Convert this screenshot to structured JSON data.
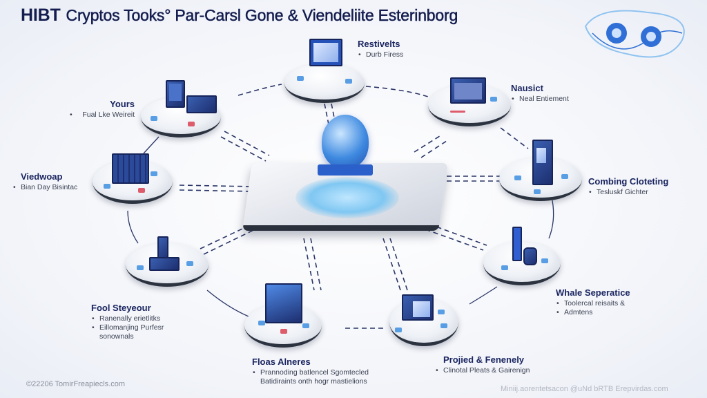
{
  "title": {
    "brand": "HIBT",
    "rest": "Cryptos Tooks° Par-Carsl Gone & Viendeliite Esterinborg"
  },
  "nodes": [
    {
      "id": "restivelts",
      "heading": "Restivelts",
      "items": [
        "Durb Firess"
      ]
    },
    {
      "id": "nausict",
      "heading": "Nausict",
      "items": [
        "Neal Entiement"
      ]
    },
    {
      "id": "yours",
      "heading": "Yours",
      "items": [
        "Fual Lke Weireit"
      ]
    },
    {
      "id": "viedwoap",
      "heading": "Viedwoap",
      "items": [
        "Bian Day Bisintac"
      ]
    },
    {
      "id": "combing",
      "heading": "Combing Cloteting",
      "items": [
        "Tesluskf Gichter"
      ]
    },
    {
      "id": "fool",
      "heading": "Fool Steyeour",
      "items": [
        "Ranenally erietlitks",
        "Eillomanjing Purfesr sonownals"
      ]
    },
    {
      "id": "whale",
      "heading": "Whale Seperatice",
      "items": [
        "Toolercal reisaits &",
        "Admtens"
      ]
    },
    {
      "id": "floas",
      "heading": "Floas Alneres",
      "items": [
        "Prannoding batlencel Sgomtecled Batidiraints onth hogr mastielions"
      ]
    },
    {
      "id": "projied",
      "heading": "Projied & Fenenely",
      "items": [
        "Clinotal Pleats & Gairenign"
      ]
    }
  ],
  "footer": {
    "left": "©22206 TomirFreapiecls.com",
    "right": "Miniij.aorentetsacon @uNd bRTB Erepvirdas.com"
  },
  "colors": {
    "accent": "#2f6fd6",
    "title": "#141d4f",
    "platform_rim": "#2c3340"
  }
}
